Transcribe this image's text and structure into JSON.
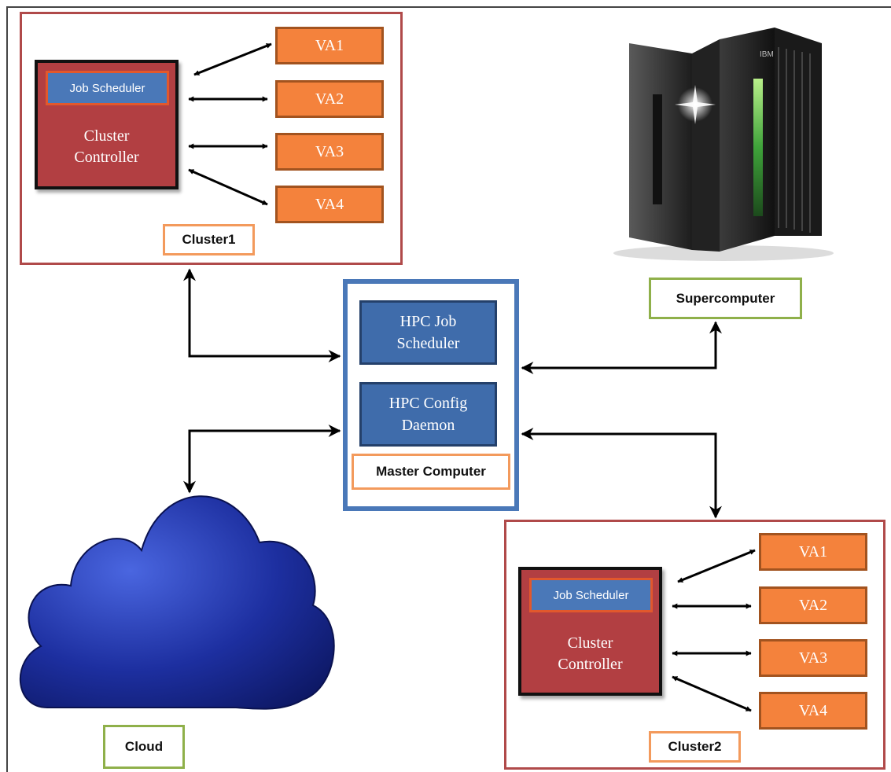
{
  "cluster1": {
    "label": "Cluster1",
    "job_scheduler": "Job Scheduler",
    "controller": "Cluster\nController",
    "vas": [
      "VA1",
      "VA2",
      "VA3",
      "VA4"
    ]
  },
  "cluster2": {
    "label": "Cluster2",
    "job_scheduler": "Job Scheduler",
    "controller": "Cluster\nController",
    "vas": [
      "VA1",
      "VA2",
      "VA3",
      "VA4"
    ]
  },
  "master": {
    "label": "Master Computer",
    "hpc_scheduler": "HPC Job\nScheduler",
    "hpc_daemon": "HPC Config\nDaemon"
  },
  "supercomputer": {
    "label": "Supercomputer",
    "brand": "IBM"
  },
  "cloud": {
    "label": "Cloud"
  },
  "colors": {
    "cluster_border": "#b04a4a",
    "controller_fill": "#b23f42",
    "scheduler_fill": "#4a78b8",
    "va_fill": "#f4823c",
    "master_border": "#4a78b8",
    "tag_orange": "#f39a5c",
    "tag_green": "#8fb04a",
    "cloud_fill": "#1d2fa0"
  }
}
